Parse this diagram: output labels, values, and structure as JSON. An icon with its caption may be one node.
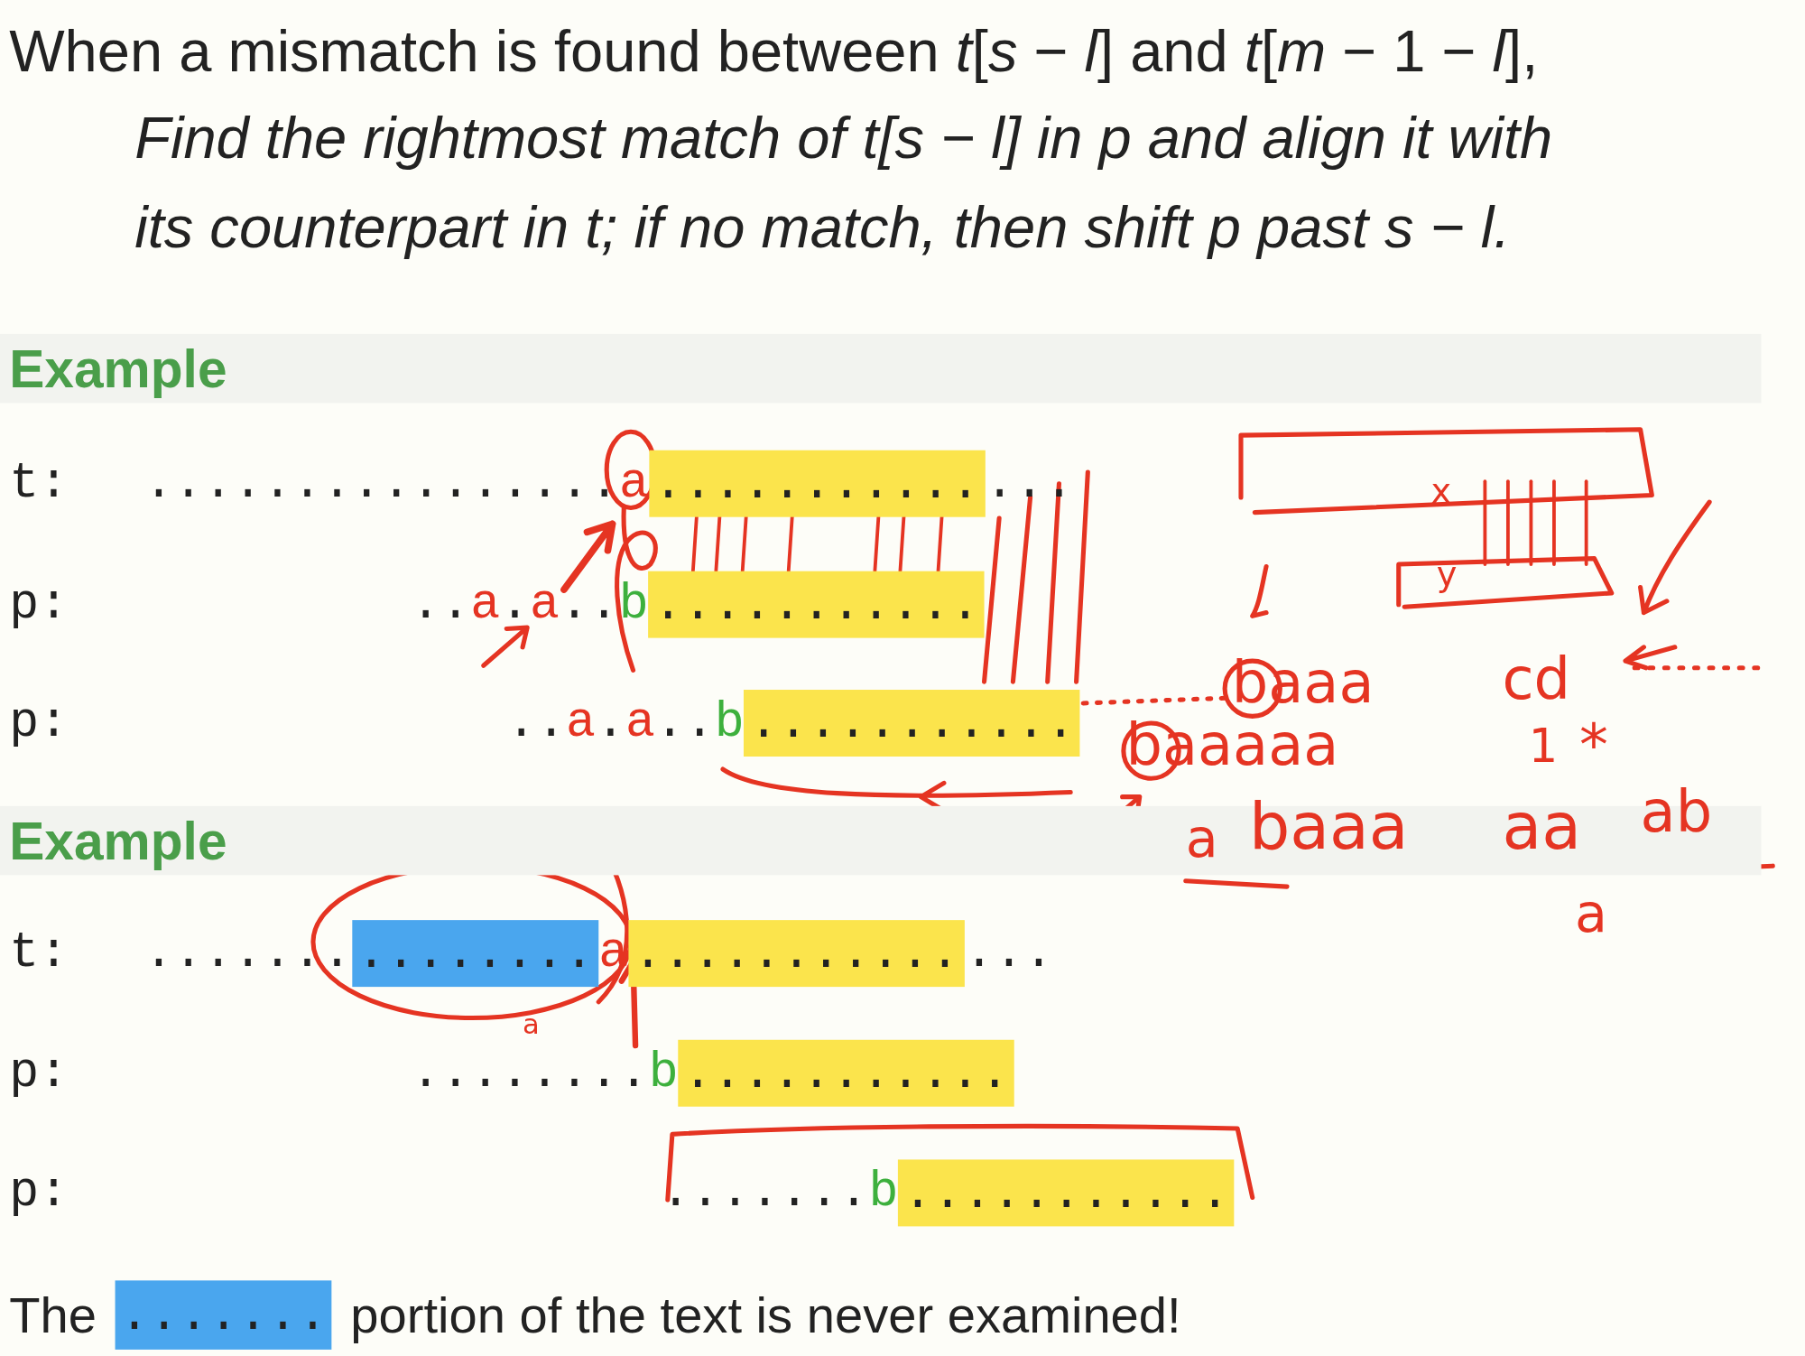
{
  "diagram": {
    "nodes": [
      {
        "text": [
          "..........."
        ]
      },
      {
        "text": [
          "..........."
        ]
      },
      {
        "text": [
          "..........."
        ]
      },
      {
        "text": [
          "........"
        ]
      },
      {
        "text": [
          "..........."
        ]
      },
      {
        "text": [
          "..........."
        ]
      },
      {
        "text": [
          "..........."
        ]
      },
      {
        "text": [
          "......."
        ]
      }
    ],
    "labels": [
      "When a mismatch is found between *t*[*s* − *l*] and *t*[*m* − 1 − *l*],",
      "Find the rightmost match of t[s − l] in p and align it with its counterpart in t; if no match, then shift p past s − l.",
      "Example",
      "t:",
      "................",
      "a",
      "...",
      "p:",
      "..",
      "a",
      ".",
      "a",
      "..",
      "b",
      "p:",
      "..",
      "a",
      ".",
      "a",
      "..",
      "b",
      "Example",
      "t:",
      ".......",
      "a",
      "...",
      "p:",
      "........",
      "b",
      "p:",
      ".......",
      "b",
      "The",
      "portion of the text is never examined!",
      "x",
      "y",
      "baaa",
      "cd",
      "baaaaa",
      "1",
      "*",
      "a",
      "baaa",
      "aa",
      "ab",
      "a",
      "a"
    ]
  }
}
